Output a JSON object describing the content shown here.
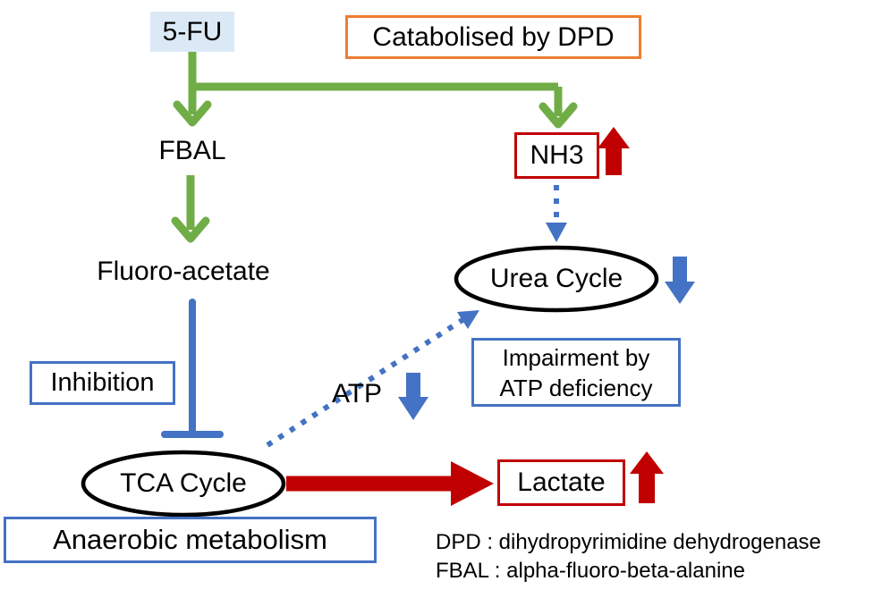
{
  "diagram": {
    "nodes": {
      "five_fu": "5-FU",
      "catabolised_by_dpd": "Catabolised by DPD",
      "fbal": "FBAL",
      "fluoro_acetate": "Fluoro-acetate",
      "nh3": "NH3",
      "urea_cycle": "Urea Cycle",
      "inhibition": "Inhibition",
      "atp": "ATP",
      "impairment_line1": "Impairment by",
      "impairment_line2": "ATP deficiency",
      "tca_cycle": "TCA Cycle",
      "lactate": "Lactate",
      "anaerobic_metabolism": "Anaerobic metabolism"
    },
    "legend": {
      "dpd": "DPD : dihydropyrimidine dehydrogenase",
      "fbal": "FBAL : alpha-fluoro-beta-alanine"
    },
    "icons": {
      "nh3_arrow": "up-arrow (increase)",
      "urea_cycle_arrow": "down-arrow (decrease)",
      "atp_arrow": "down-arrow (decrease)",
      "lactate_arrow": "up-arrow (increase)"
    },
    "colors": {
      "green_arrow": "#70ad47",
      "red_accent": "#c00000",
      "blue_accent": "#4472c4",
      "orange_border": "#ed7d31",
      "five_fu_fill": "#dbe9f6",
      "ellipse_stroke": "#000000"
    }
  }
}
